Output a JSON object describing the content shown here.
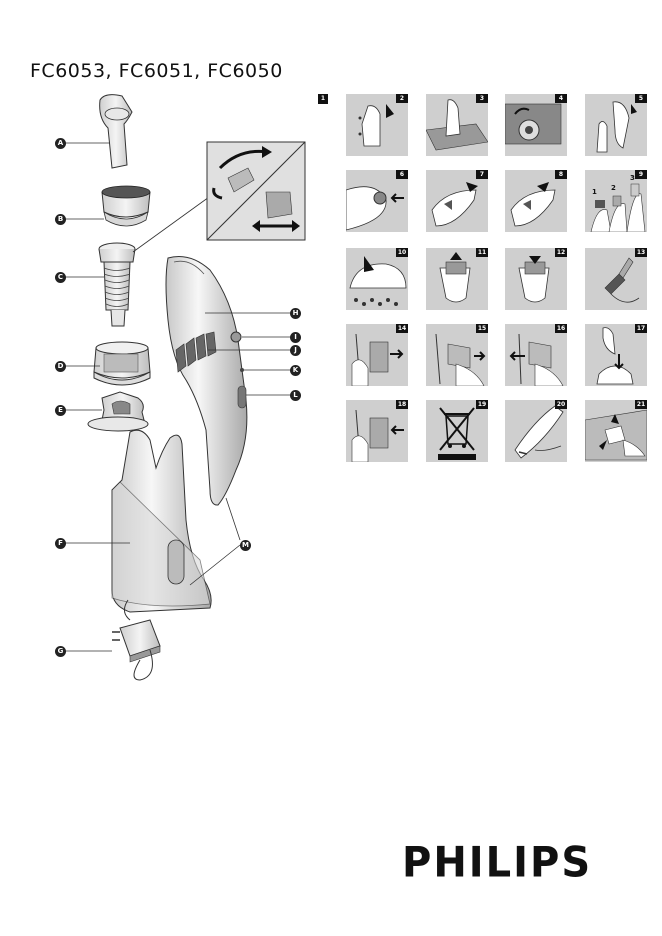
{
  "title": "FC6053, FC6051, FC6050",
  "brand": "PHILIPS",
  "part_labels": [
    "A",
    "B",
    "C",
    "D",
    "E",
    "F",
    "G",
    "H",
    "I",
    "J",
    "K",
    "L",
    "M"
  ],
  "step_numbers": [
    "1",
    "2",
    "3",
    "4",
    "5",
    "6",
    "7",
    "8",
    "9",
    "10",
    "11",
    "12",
    "13",
    "14",
    "15",
    "16",
    "17",
    "18",
    "19",
    "20",
    "21"
  ],
  "step9_sub_labels": [
    "1",
    "2",
    "3"
  ]
}
